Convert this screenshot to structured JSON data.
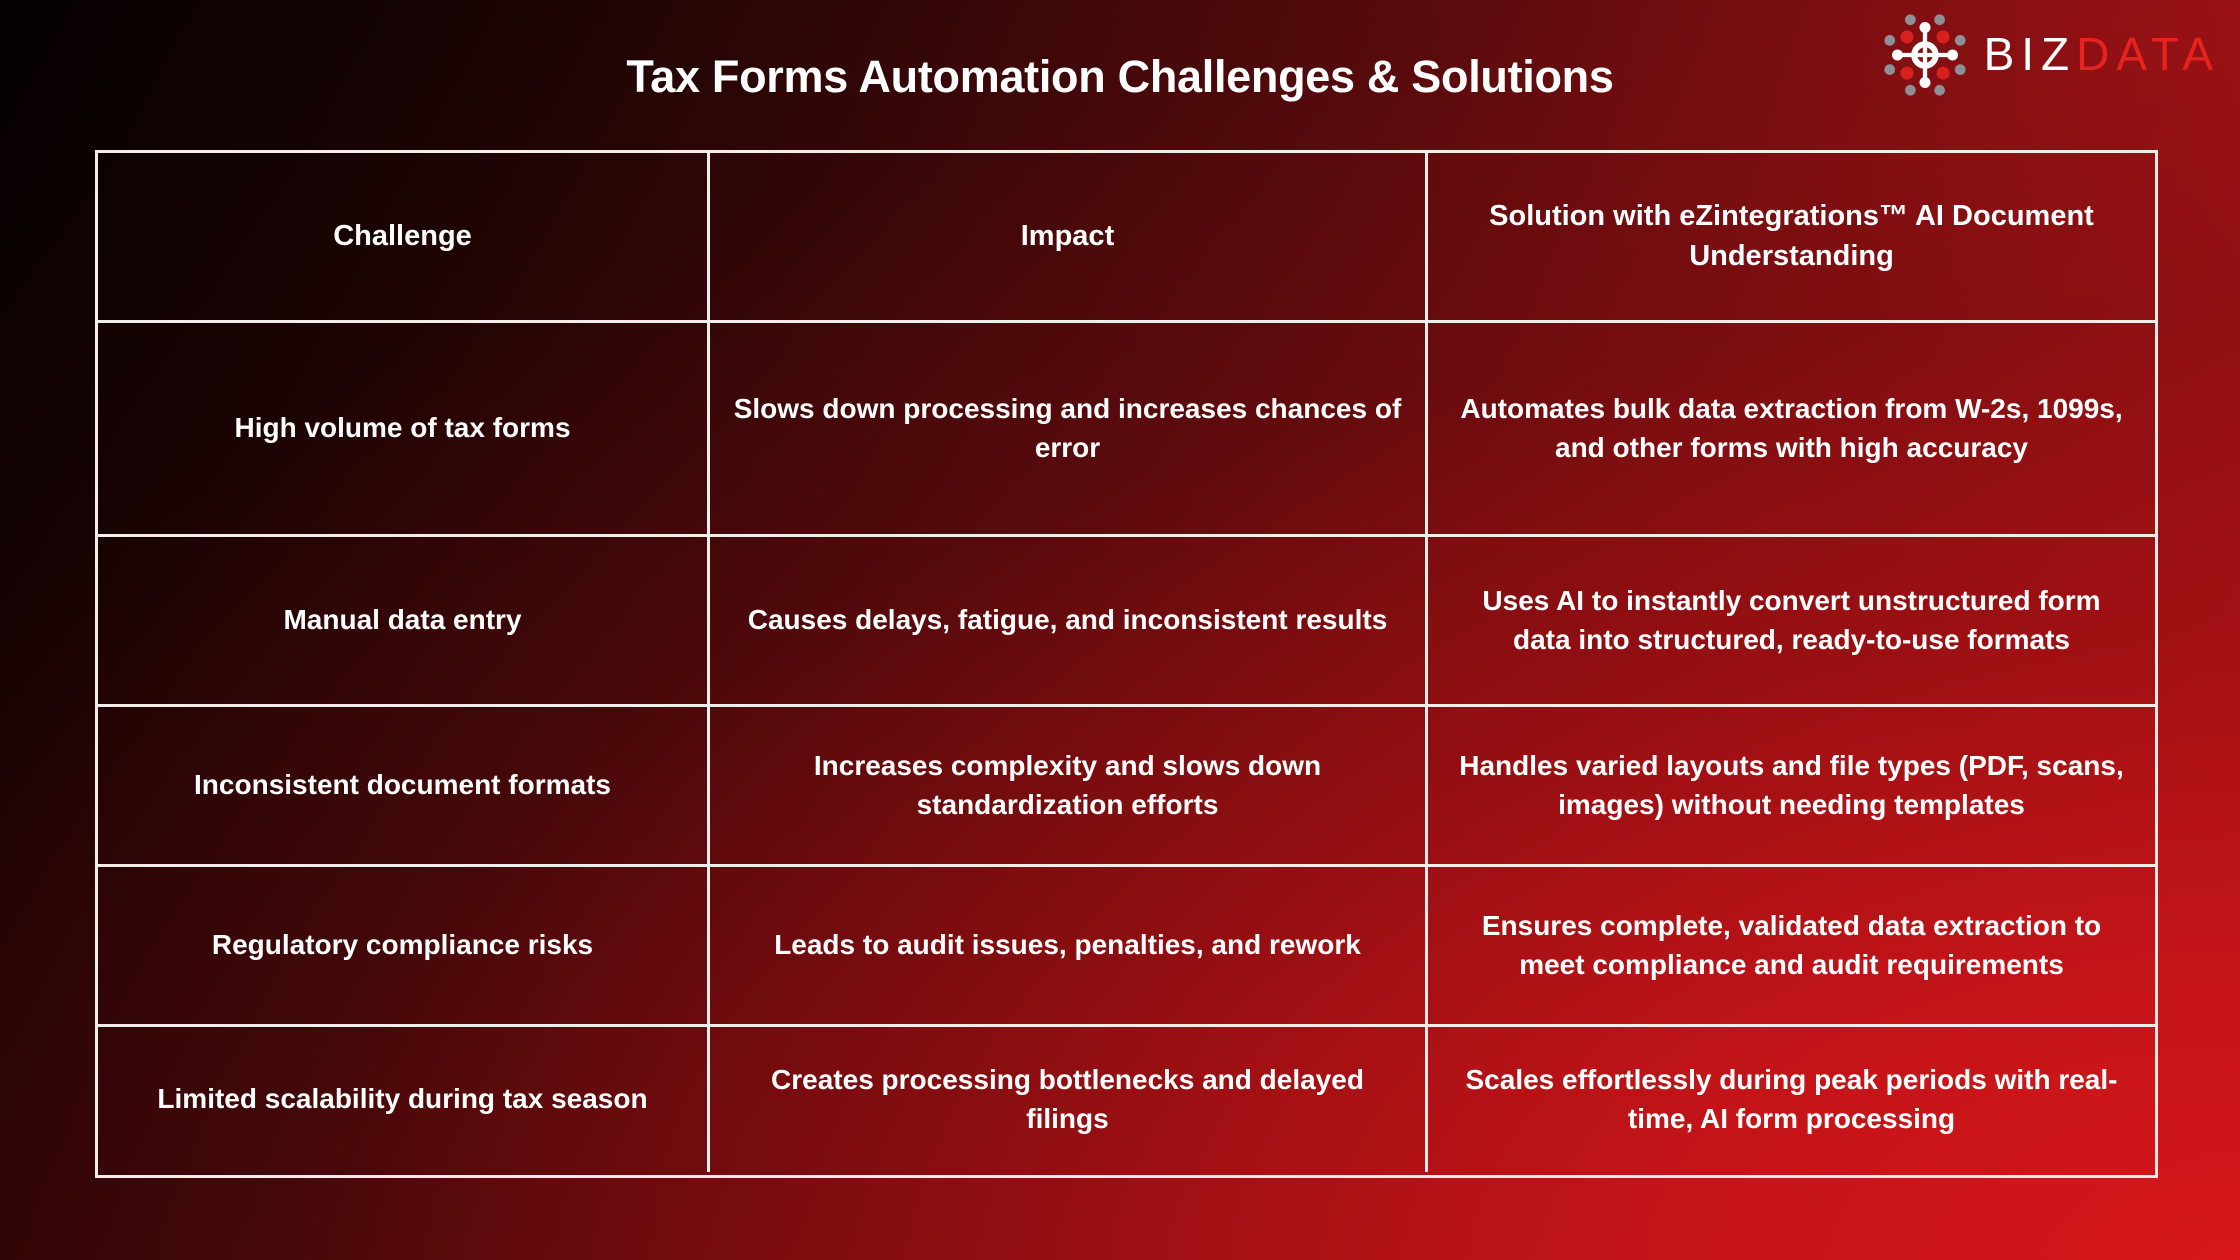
{
  "brand": {
    "logo_icon": "network-hub-icon",
    "name_part1": "BIZ",
    "name_part2": "DATA",
    "color_white": "#ffffff",
    "color_red": "#e8231f",
    "node_red": "#d8201c",
    "node_gray": "#8e9096"
  },
  "header": {
    "title": "Tax Forms Automation Challenges & Solutions"
  },
  "table": {
    "columns": [
      "Challenge",
      "Impact",
      "Solution with eZintegrations™ AI Document Understanding"
    ],
    "rows": [
      {
        "challenge": "High volume of tax forms",
        "impact": "Slows down processing and increases chances of error",
        "solution": "Automates bulk data extraction from W-2s, 1099s, and other forms with high accuracy"
      },
      {
        "challenge": "Manual data entry",
        "impact": "Causes delays, fatigue, and inconsistent results",
        "solution": "Uses AI to instantly convert unstructured form data into structured, ready-to-use formats"
      },
      {
        "challenge": "Inconsistent document formats",
        "impact": "Increases complexity and slows down standardization efforts",
        "solution": "Handles varied layouts and file types (PDF, scans, images) without needing templates"
      },
      {
        "challenge": "Regulatory compliance risks",
        "impact": "Leads to audit issues, penalties, and rework",
        "solution": "Ensures complete, validated data extraction to meet compliance and audit requirements"
      },
      {
        "challenge": "Limited scalability during tax season",
        "impact": "Creates processing bottlenecks and delayed filings",
        "solution": "Scales effortlessly during peak periods with real-time, AI form processing"
      }
    ]
  },
  "theme": {
    "background_dark": "#060101",
    "background_accent": "#c4161a",
    "border": "#f2eceb",
    "text": "#ffffff"
  }
}
